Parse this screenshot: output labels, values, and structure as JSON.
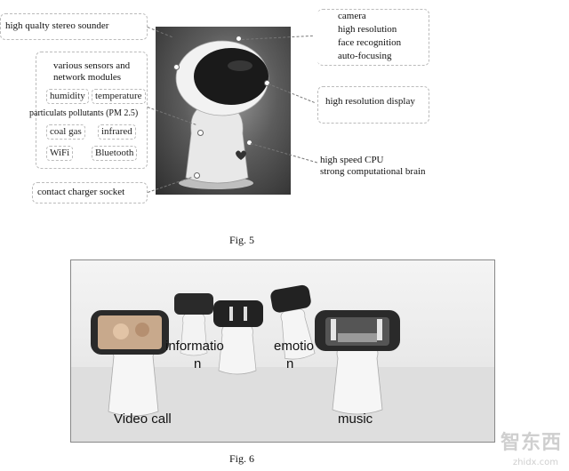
{
  "figure5": {
    "caption": "Fig. 5",
    "left_callouts": {
      "stereo": "high qualty stereo sounder",
      "sensors_title_1": "various sensors and",
      "sensors_title_2": "network modules",
      "humidity": "humidity",
      "temperature": "temperature",
      "pm": "particulats pollutants (PM 2.5)",
      "coal_gas": "coal gas",
      "infrared": "infrared",
      "wifi": "WiFi",
      "bluetooth": "Bluetooth",
      "charger": "contact charger socket"
    },
    "right_callouts": {
      "camera_1": "camera",
      "camera_2": "high resolution",
      "camera_3": "face recognition",
      "camera_4": "auto-focusing",
      "display": "high resolution display",
      "cpu_1": "high speed CPU",
      "cpu_2": "strong computational brain"
    }
  },
  "figure6": {
    "caption": "Fig. 6",
    "labels": {
      "video_call": "Video call",
      "information_1": "informatio",
      "information_2": "n",
      "emotion_1": "emotio",
      "emotion_2": "n",
      "music": "music"
    }
  },
  "watermark": {
    "brand": "智东西",
    "domain": "zhidx.com"
  }
}
